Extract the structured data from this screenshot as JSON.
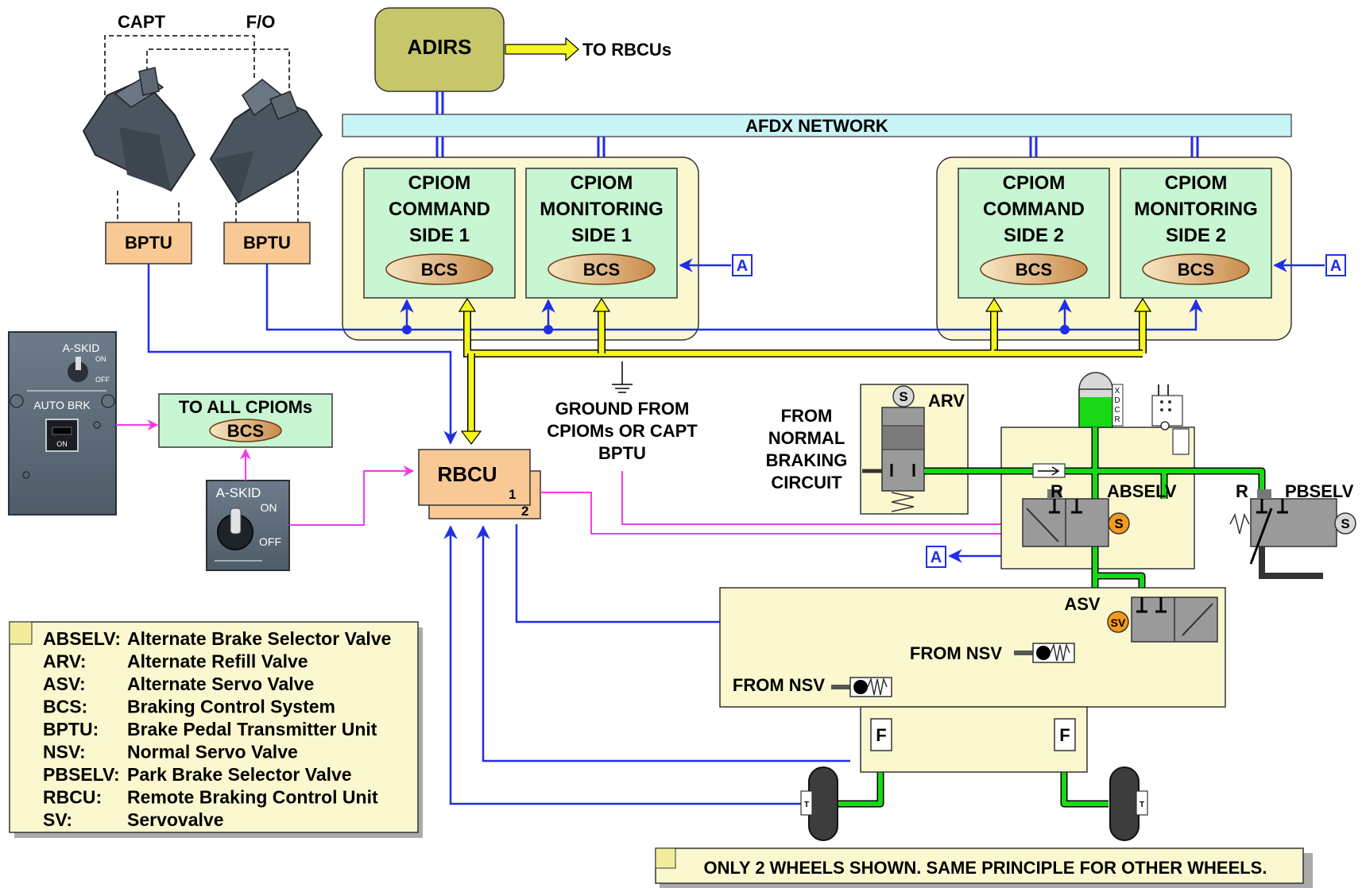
{
  "labels": {
    "capt": "CAPT",
    "fo": "F/O",
    "adirs": "ADIRS",
    "to_rbcus": "TO RBCUs",
    "afdx": "AFDX NETWORK",
    "bptu": "BPTU",
    "cpiom_cmd_1": [
      "CPIOM",
      "COMMAND",
      "SIDE 1"
    ],
    "cpiom_mon_1": [
      "CPIOM",
      "MONITORING",
      "SIDE 1"
    ],
    "cpiom_cmd_2": [
      "CPIOM",
      "COMMAND",
      "SIDE 2"
    ],
    "cpiom_mon_2": [
      "CPIOM",
      "MONITORING",
      "SIDE 2"
    ],
    "bcs": "BCS",
    "ref_a": "A",
    "to_all_cpioms": "TO ALL CPIOMs",
    "rbcu": "RBCU",
    "rbcu_1": "1",
    "rbcu_2": "2",
    "ground": [
      "GROUND FROM",
      "CPIOMs OR CAPT",
      "BPTU"
    ],
    "from_normal": [
      "FROM",
      "NORMAL",
      "BRAKING",
      "CIRCUIT"
    ],
    "arv": "ARV",
    "s": "S",
    "xdcr": [
      "X",
      "D",
      "C",
      "R"
    ],
    "r": "R",
    "abselv": "ABSELV",
    "pbselv": "PBSELV",
    "asv": "ASV",
    "sv": "SV",
    "from_nsv": "FROM NSV",
    "f": "F",
    "t": "T",
    "askid_panel_label": "A-SKID",
    "askid_on": "ON",
    "askid_off": "OFF",
    "auto_brk": "AUTO BRK",
    "auto_brk_on": "ON",
    "askid_switch_label": "A-SKID",
    "note": "ONLY 2 WHEELS SHOWN. SAME PRINCIPLE FOR OTHER WHEELS."
  },
  "legend": [
    {
      "abbr": "ABSELV:",
      "desc": "Alternate Brake Selector Valve"
    },
    {
      "abbr": "ARV:",
      "desc": "Alternate Refill Valve"
    },
    {
      "abbr": "ASV:",
      "desc": "Alternate Servo Valve"
    },
    {
      "abbr": "BCS:",
      "desc": "Braking Control System"
    },
    {
      "abbr": "BPTU:",
      "desc": "Brake Pedal Transmitter Unit"
    },
    {
      "abbr": "NSV:",
      "desc": "Normal Servo Valve"
    },
    {
      "abbr": "PBSELV:",
      "desc": "Park Brake Selector Valve"
    },
    {
      "abbr": "RBCU:",
      "desc": "Remote Braking Control Unit"
    },
    {
      "abbr": "SV:",
      "desc": "Servovalve"
    }
  ],
  "colors": {
    "digital_bus": "#1f2ee8",
    "discrete_wire": "#f03ce6",
    "hydraulic": "#18d818",
    "data_network": "#f7f720",
    "cpiom_fill": "#c8f5d2",
    "cpiom_group": "#fbf8cf",
    "bptu_fill": "#f9c995",
    "adirs_fill": "#c6c66a",
    "afdx_fill": "#c8f4f6"
  }
}
